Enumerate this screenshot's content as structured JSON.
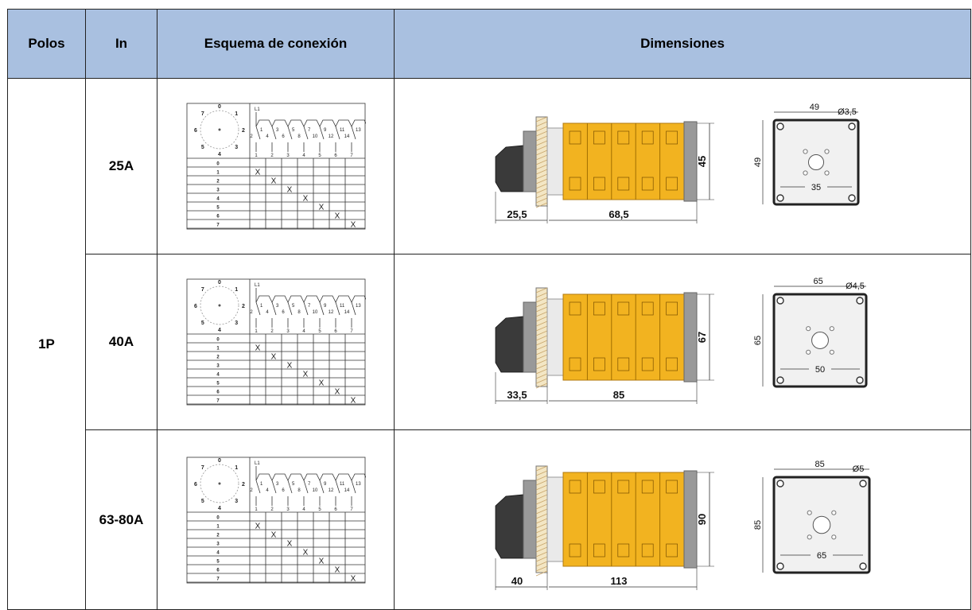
{
  "headers": {
    "poles": "Polos",
    "in": "In",
    "schema": "Esquema de conexión",
    "dims": "Dimensiones"
  },
  "poles_value": "1P",
  "rows": [
    {
      "in": "25A",
      "dims": {
        "height": "45",
        "left": "25,5",
        "body": "68,5",
        "plate_top": "49",
        "plate_side": "49",
        "hole": "Ø3,5",
        "inner": "35"
      }
    },
    {
      "in": "40A",
      "dims": {
        "height": "67",
        "left": "33,5",
        "body": "85",
        "plate_top": "65",
        "plate_side": "65",
        "hole": "Ø4,5",
        "inner": "50"
      }
    },
    {
      "in": "63-80A",
      "dims": {
        "height": "90",
        "left": "40",
        "body": "113",
        "plate_top": "85",
        "plate_side": "85",
        "hole": "Ø5",
        "inner": "65"
      }
    }
  ],
  "schema_text": {
    "dial_numbers": [
      "0",
      "1",
      "2",
      "3",
      "4",
      "5",
      "6",
      "7"
    ],
    "l1": "L1",
    "top_contacts": [
      "1",
      "3",
      "5",
      "7",
      "9",
      "11",
      "13"
    ],
    "mid_contacts": [
      "2",
      "4",
      "6",
      "8",
      "10",
      "12",
      "14"
    ],
    "bottom_labels": [
      "1",
      "2",
      "3",
      "4",
      "5",
      "6",
      "7"
    ],
    "row_labels": [
      "0",
      "1",
      "2",
      "3",
      "4",
      "5",
      "6",
      "7"
    ],
    "mark": "X"
  },
  "colors": {
    "header_bg": "#a9c0e0",
    "module_fill": "#f2b320",
    "knob": "#3a3a3a"
  }
}
